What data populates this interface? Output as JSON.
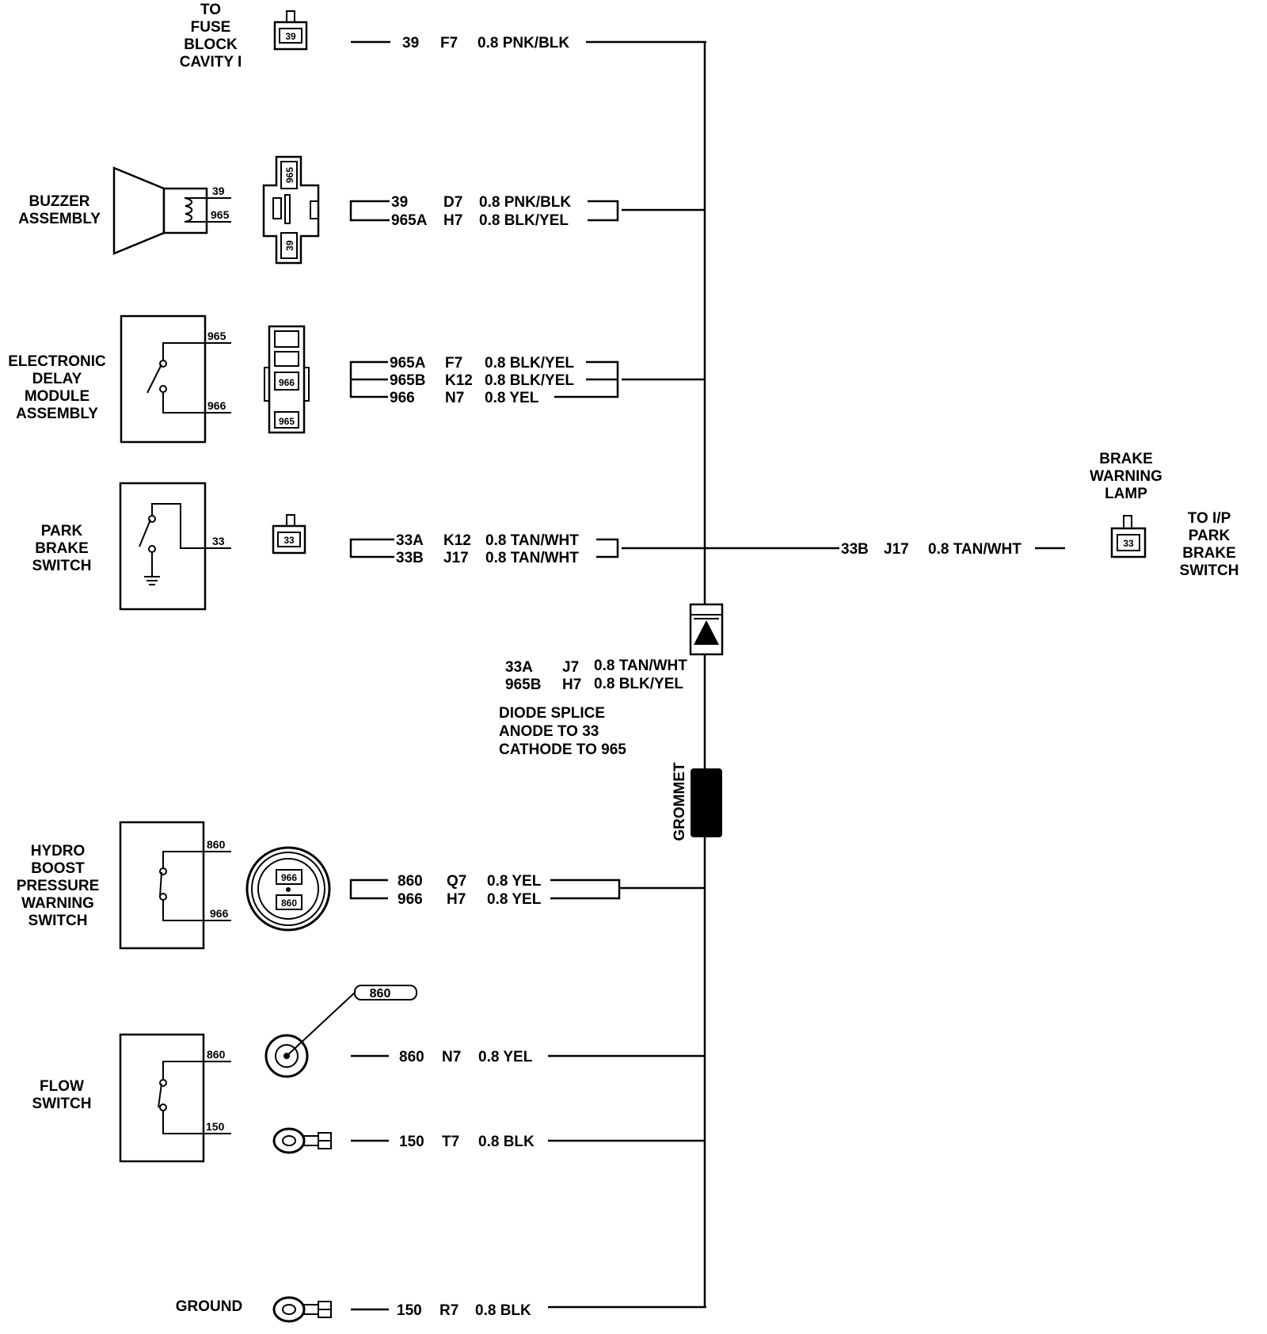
{
  "components": {
    "fuse_block": [
      "TO",
      "FUSE",
      "BLOCK",
      "CAVITY I"
    ],
    "buzzer": [
      "BUZZER",
      "ASSEMBLY"
    ],
    "delay_module": [
      "ELECTRONIC",
      "DELAY",
      "MODULE",
      "ASSEMBLY"
    ],
    "park_brake_switch": [
      "PARK",
      "BRAKE",
      "SWITCH"
    ],
    "hydro_boost": [
      "HYDRO",
      "BOOST",
      "PRESSURE",
      "WARNING",
      "SWITCH"
    ],
    "flow_switch": [
      "FLOW",
      "SWITCH"
    ],
    "ground": "GROUND",
    "brake_lamp": [
      "BRAKE",
      "WARNING",
      "LAMP"
    ],
    "ip_switch": [
      "TO I/P",
      "PARK",
      "BRAKE",
      "SWITCH"
    ]
  },
  "pins": {
    "buzzer": [
      "39",
      "965"
    ],
    "delay": [
      "965",
      "966"
    ],
    "park": "33",
    "hydro": [
      "860",
      "966"
    ],
    "flow": [
      "860",
      "150"
    ]
  },
  "connector_labels": {
    "fuse": "39",
    "buzzer": [
      "965",
      "39"
    ],
    "delay": [
      "966",
      "965"
    ],
    "park": "33",
    "hydro": [
      "966",
      "860"
    ],
    "flow_tag": "860",
    "lamp": "33"
  },
  "wires": {
    "fuse": [
      {
        "circuit": "39",
        "cavity": "F7",
        "spec": "0.8 PNK/BLK"
      }
    ],
    "buzzer": [
      {
        "circuit": "39",
        "cavity": "D7",
        "spec": "0.8 PNK/BLK"
      },
      {
        "circuit": "965A",
        "cavity": "H7",
        "spec": "0.8 BLK/YEL"
      }
    ],
    "delay": [
      {
        "circuit": "965A",
        "cavity": "F7",
        "spec": "0.8 BLK/YEL"
      },
      {
        "circuit": "965B",
        "cavity": "K12",
        "spec": "0.8 BLK/YEL"
      },
      {
        "circuit": "966",
        "cavity": "N7",
        "spec": "0.8 YEL"
      }
    ],
    "park": [
      {
        "circuit": "33A",
        "cavity": "K12",
        "spec": "0.8 TAN/WHT"
      },
      {
        "circuit": "33B",
        "cavity": "J17",
        "spec": "0.8 TAN/WHT"
      }
    ],
    "lamp": {
      "circuit": "33B",
      "cavity": "J17",
      "spec": "0.8 TAN/WHT"
    },
    "diode": [
      {
        "circuit": "33A",
        "cavity": "J7",
        "spec": "0.8 TAN/WHT"
      },
      {
        "circuit": "965B",
        "cavity": "H7",
        "spec": "0.8 BLK/YEL"
      }
    ],
    "hydro": [
      {
        "circuit": "860",
        "cavity": "Q7",
        "spec": "0.8 YEL"
      },
      {
        "circuit": "966",
        "cavity": "H7",
        "spec": "0.8 YEL"
      }
    ],
    "flow": [
      {
        "circuit": "860",
        "cavity": "N7",
        "spec": "0.8 YEL"
      },
      {
        "circuit": "150",
        "cavity": "T7",
        "spec": "0.8 BLK"
      }
    ],
    "ground": {
      "circuit": "150",
      "cavity": "R7",
      "spec": "0.8 BLK"
    }
  },
  "diode_note": [
    "DIODE SPLICE",
    "ANODE TO 33",
    "CATHODE TO 965"
  ],
  "grommet": "GROMMET"
}
